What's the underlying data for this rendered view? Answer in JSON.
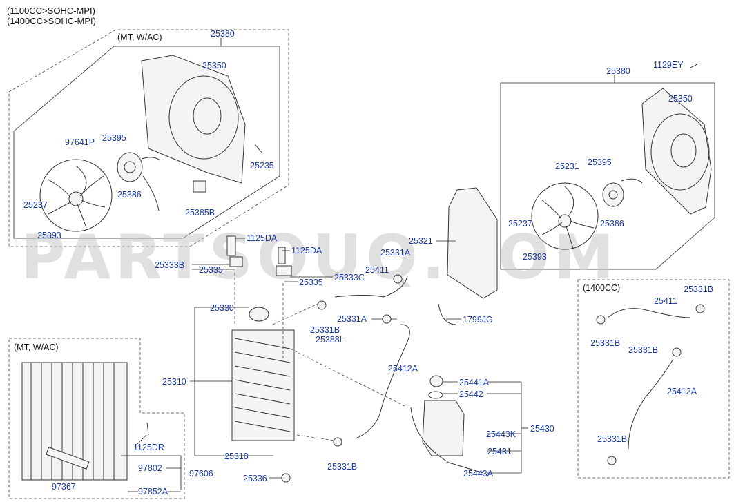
{
  "header": {
    "line1": "(1100CC>SOHC-MPI)",
    "line2": "(1400CC>SOHC-MPI)"
  },
  "groups": {
    "mt_wac_fan": "(MT, W/AC)",
    "mt_wac_condenser": "(MT, W/AC)",
    "cc1400": "(1400CC)"
  },
  "watermark": "PARTSOUQ.COM",
  "parts": {
    "p25380a": "25380",
    "p25350a": "25350",
    "p97641p": "97641P",
    "p25395a": "25395",
    "p25235": "25235",
    "p25386a": "25386",
    "p25237a": "25237",
    "p25393a": "25393",
    "p25385b": "25385B",
    "p1129ey": "1129EY",
    "p25380b": "25380",
    "p25350b": "25350",
    "p25231": "25231",
    "p25395b": "25395",
    "p25237b": "25237",
    "p25386b": "25386",
    "p25393b": "25393",
    "p1125da1": "1125DA",
    "p1125da2": "1125DA",
    "p25333b": "25333B",
    "p25335a": "25335",
    "p25335b": "25335",
    "p25333c": "25333C",
    "p25321": "25321",
    "p25331a1": "25331A",
    "p25411a": "25411",
    "p25330": "25330",
    "p25331b1": "25331B",
    "p25388l": "25388L",
    "p25331a2": "25331A",
    "p1799jg": "1799JG",
    "p25412a1": "25412A",
    "p25310": "25310",
    "p25441a": "25441A",
    "p25442": "25442",
    "p25443k": "25443K",
    "p25430": "25430",
    "p25431": "25431",
    "p25443a": "25443A",
    "p25318": "25318",
    "p25331b2": "25331B",
    "p25336": "25336",
    "p1125dr": "1125DR",
    "p97802": "97802",
    "p97606": "97606",
    "p97367": "97367",
    "p97852a": "97852A",
    "p25411b": "25411",
    "p25331b3": "25331B",
    "p25331b4": "25331B",
    "p25331b5": "25331B",
    "p25331b6": "25331B",
    "p25412a2": "25412A"
  }
}
